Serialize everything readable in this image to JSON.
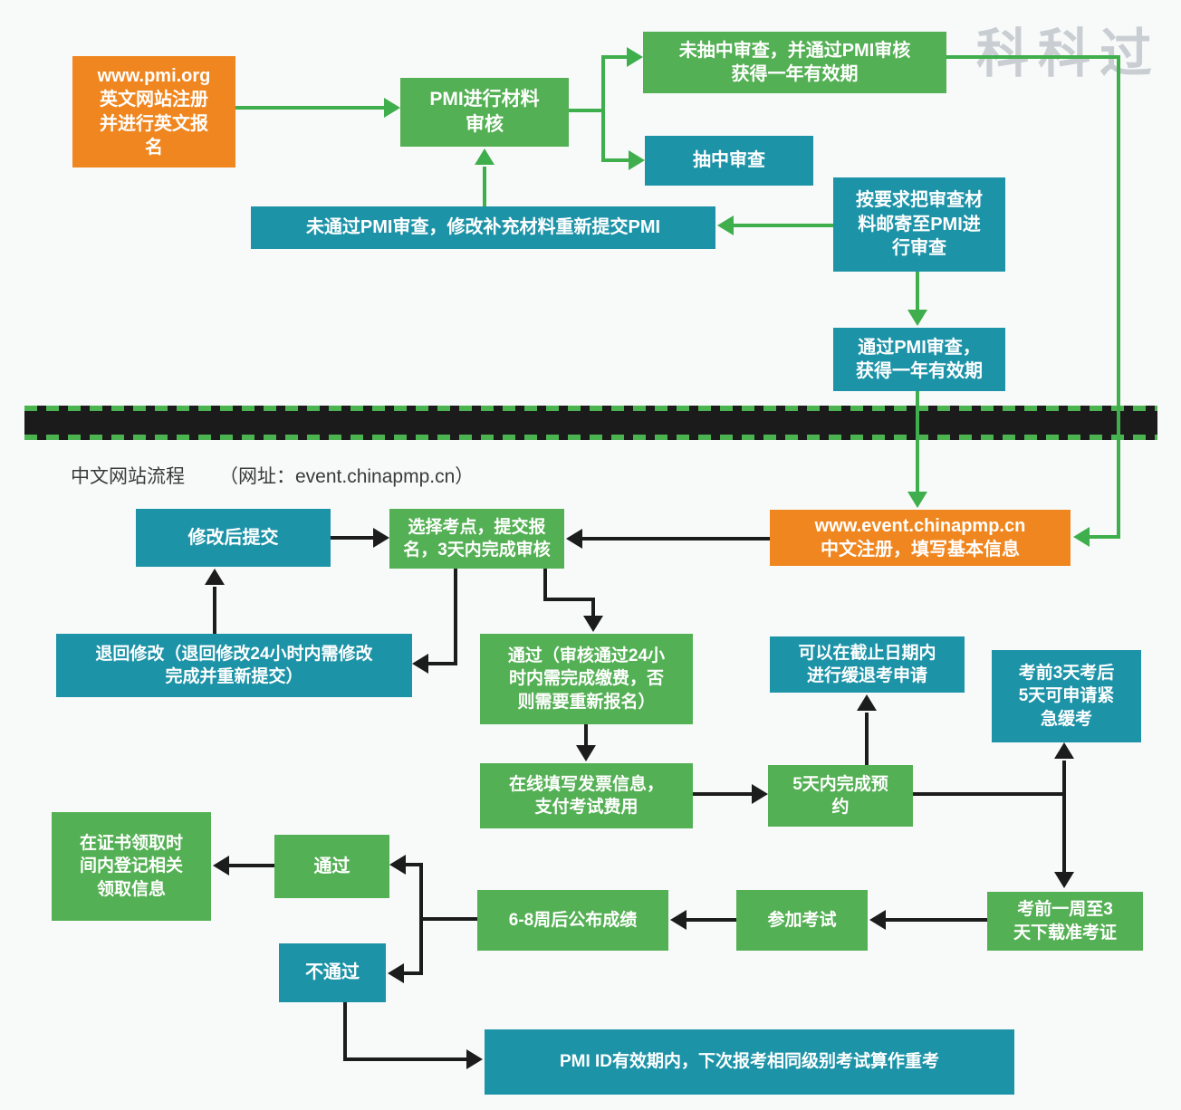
{
  "watermark": "科科过",
  "colors": {
    "bg": "#f8fafa",
    "green": "#54b054",
    "teal": "#1d93a8",
    "orange": "#f0861f",
    "arrow-green": "#3fae4c",
    "arrow-black": "#1c1c1c",
    "divider-black": "#1b1b1b",
    "divider-dash": "#4bb451",
    "watermark": "#c9ced3",
    "heading": "#3a3a3a"
  },
  "en": {
    "source": "www.pmi.org\n英文网站注册\n并进行英文报\n名",
    "review": "PMI进行材料\n审核",
    "not_sampled": "未抽中审查，并通过PMI审核\n获得一年有效期",
    "sampled": "抽中审查",
    "resubmit": "未通过PMI审查，修改补充材料重新提交PMI",
    "mail": "按要求把审查材\n料邮寄至PMI进\n行审查",
    "passed": "通过PMI审查，\n获得一年有效期"
  },
  "cn": {
    "heading": "中文网站流程",
    "url": "（网址：event.chinapmp.cn）",
    "register": "www.event.chinapmp.cn\n中文注册，填写基本信息",
    "edit_submit": "修改后提交",
    "choose": "选择考点，提交报\n名，3天内完成审核",
    "returned": "退回修改（退回修改24小时内需修改\n完成并重新提交）",
    "pass_pay": "通过（审核通过24小\n时内需完成缴费，否\n则需要重新报名）",
    "invoice": "在线填写发票信息，\n支付考试费用",
    "defer": "可以在截止日期内\n进行缓退考申请",
    "book": "5天内完成预\n约",
    "urgent": "考前3天考后\n5天可申请紧\n急缓考",
    "ticket": "考前一周至3\n天下载准考证",
    "exam": "参加考试",
    "results": "6-8周后公布成绩",
    "pass": "通过",
    "fail": "不通过",
    "cert": "在证书领取时\n间内登记相关\n领取信息",
    "retake": "PMI ID有效期内，下次报考相同级别考试算作重考"
  }
}
